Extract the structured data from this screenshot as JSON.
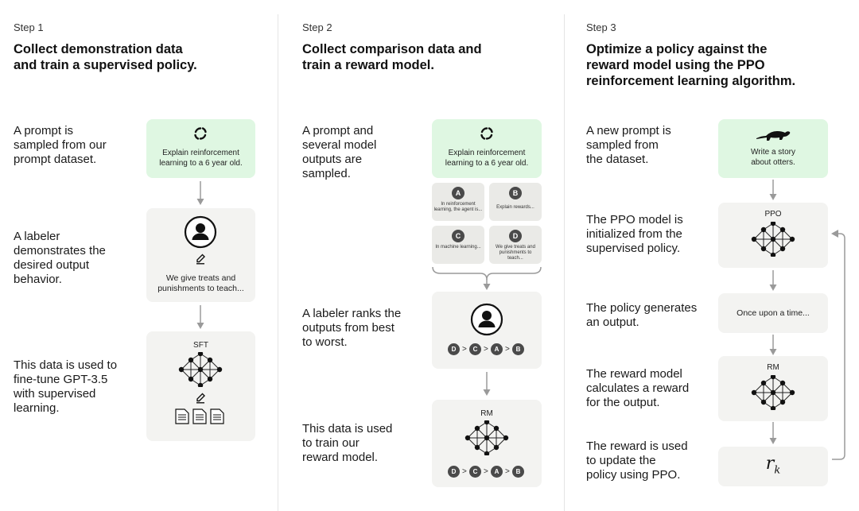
{
  "step1": {
    "label": "Step 1",
    "title_line1": "Collect demonstration data",
    "title_line2": "and train a supervised policy.",
    "desc1": [
      "A prompt is",
      "sampled from our",
      "prompt dataset."
    ],
    "desc2": [
      "A labeler",
      "demonstrates the",
      "desired output",
      "behavior."
    ],
    "desc3": [
      "This data is used to",
      "fine-tune GPT-3.5",
      "with supervised",
      "learning."
    ],
    "prompt_lines": [
      "Explain reinforcement",
      "learning to a 6 year old."
    ],
    "demo_lines": [
      "We give treats and",
      "punishments to teach..."
    ],
    "model_label": "SFT"
  },
  "step2": {
    "label": "Step 2",
    "title_line1": "Collect comparison data and",
    "title_line2": "train a reward model.",
    "desc1": [
      "A prompt and",
      "several model",
      "outputs are",
      "sampled."
    ],
    "desc2": [
      "A labeler ranks the",
      "outputs from best",
      "to worst."
    ],
    "desc3": [
      "This data is used",
      "to train our",
      "reward model."
    ],
    "prompt_lines": [
      "Explain reinforcement",
      "learning to a 6 year old."
    ],
    "outputs": [
      {
        "letter": "A",
        "text": "In reinforcement learning, the agent is..."
      },
      {
        "letter": "B",
        "text": "Explain rewards..."
      },
      {
        "letter": "C",
        "text": "In machine learning..."
      },
      {
        "letter": "D",
        "text": "We give treats and punishments to teach..."
      }
    ],
    "ranking": [
      "D",
      "C",
      "A",
      "B"
    ],
    "rank_separator": ">",
    "model_label": "RM"
  },
  "step3": {
    "label": "Step 3",
    "title_line1": "Optimize a policy against the",
    "title_line2": "reward model using the PPO",
    "title_line3": "reinforcement learning algorithm.",
    "desc1": [
      "A new prompt is",
      "sampled from",
      "the dataset."
    ],
    "desc2": [
      "The PPO model is",
      "initialized from the",
      "supervised policy."
    ],
    "desc3": [
      "The policy generates",
      "an output."
    ],
    "desc4": [
      "The reward model",
      "calculates a reward",
      "for the output."
    ],
    "desc5": [
      "The reward is used",
      "to update the",
      "policy using PPO."
    ],
    "prompt_lines": [
      "Write a story",
      "about otters."
    ],
    "ppo_label": "PPO",
    "output_text": "Once upon a time...",
    "rm_label": "RM",
    "reward_symbol": "r",
    "reward_subscript": "k"
  },
  "colors": {
    "prompt_card": "#dff7e2",
    "card": "#f3f3f1",
    "badge": "#4a4a4a",
    "arrow": "#9a9a9a"
  }
}
